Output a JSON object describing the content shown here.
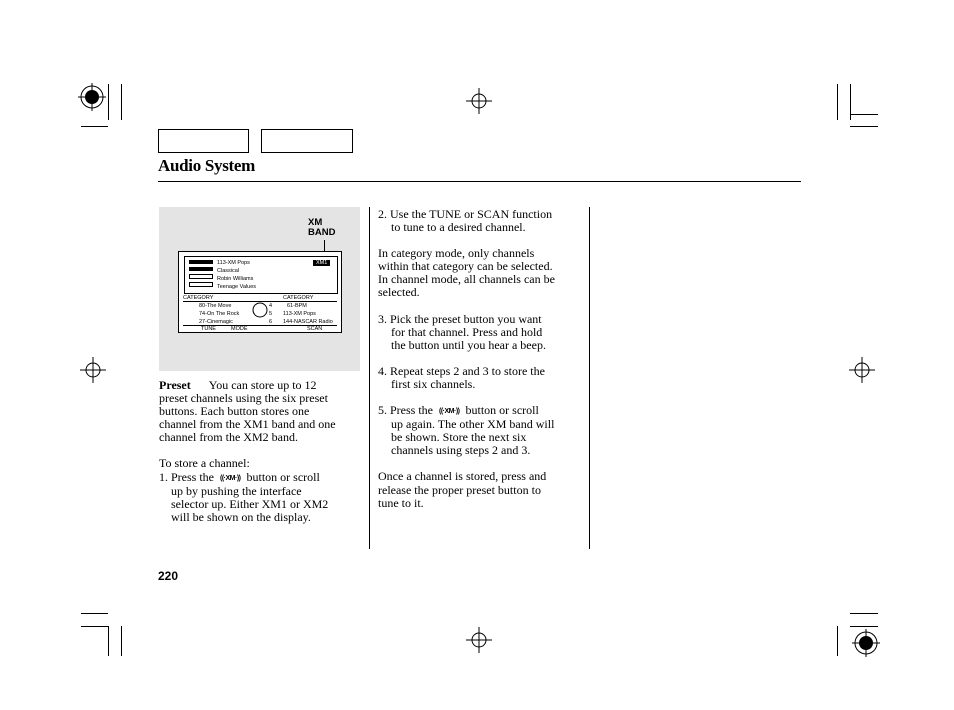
{
  "header": {
    "title": "Audio System"
  },
  "figure": {
    "callout_line1": "XM",
    "callout_line2": "BAND",
    "display_rows": [
      "113-XM Pops",
      "Classical",
      "Robin Williams",
      "Teenage  Values"
    ],
    "display_band": "XM1",
    "presets_left": [
      "80-The Move",
      "74-On The Rock",
      "27-Cinemagic"
    ],
    "presets_right": [
      "61-BPM",
      "113-XM Pops",
      "144-NASCAR Radio"
    ],
    "presets_mid": [
      "4",
      "5",
      "6"
    ],
    "top_row_left": "CATEGORY",
    "top_row_right": "CATEGORY",
    "bottom_row": [
      "TUNE",
      "MODE",
      "SCAN"
    ]
  },
  "col1": {
    "preset_heading": "Preset",
    "preset_lines": [
      "You can store up to 12",
      "preset channels using the six preset",
      "buttons. Each button stores one",
      "channel from the XM1 band and one",
      "channel from the XM2 band."
    ],
    "store_intro": "To store a channel:",
    "step1_a": "1. Press the",
    "step1_b": "button or scroll",
    "step1_lines": [
      "up by pushing the interface",
      "selector up. Either XM1 or XM2",
      "will be shown on the display."
    ]
  },
  "col2": {
    "step2_lines": [
      "2. Use the TUNE or SCAN function",
      "to tune to a desired channel."
    ],
    "category_lines": [
      "In category mode, only channels",
      "within that category can be selected.",
      "In channel mode, all channels can be",
      "selected."
    ],
    "step3_lines": [
      "3. Pick the preset button you want",
      "for that channel. Press and hold",
      "the button until you hear a beep."
    ],
    "step4_lines": [
      "4. Repeat steps 2 and 3 to store the",
      "first six channels."
    ],
    "step5_a": "5. Press the",
    "step5_b": "button or scroll",
    "step5_lines": [
      "up again. The other XM band will",
      "be shown. Store the next six",
      "channels using steps 2 and 3."
    ],
    "final_lines": [
      "Once a channel is stored, press and",
      "release the proper preset button to",
      "tune to it."
    ]
  },
  "xm_symbol": "((·XM·))",
  "page_number": "220"
}
